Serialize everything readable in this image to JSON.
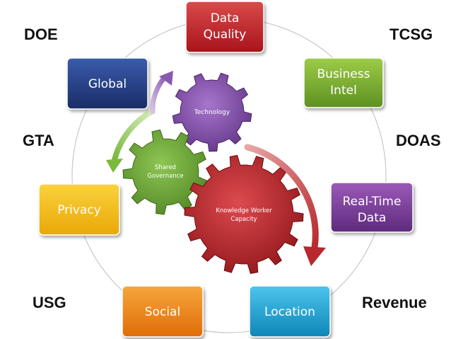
{
  "boxes": {
    "data_quality": {
      "line1": "Data",
      "line2": "Quality",
      "color": "#c0282b"
    },
    "business_intel": {
      "line1": "Business",
      "line2": "Intel",
      "color": "#7fb32a"
    },
    "real_time_data": {
      "line1": "Real-Time",
      "line2": "Data",
      "color": "#7a3e96"
    },
    "location": {
      "label": "Location",
      "color": "#1aa6d4"
    },
    "social": {
      "label": "Social",
      "color": "#f08a14"
    },
    "privacy": {
      "label": "Privacy",
      "color": "#f2c014"
    },
    "global": {
      "label": "Global",
      "color": "#26428a"
    }
  },
  "gears": {
    "technology": {
      "label": "Technology",
      "color": "#7d4ea6"
    },
    "shared_governance": {
      "line1": "Shared",
      "line2": "Governance",
      "color": "#6fa53a"
    },
    "knowledge_worker": {
      "line1": "Knowledge Worker",
      "line2": "Capacity",
      "color": "#b8282e"
    }
  },
  "corners": {
    "doe": "DOE",
    "tcsg": "TCSG",
    "gta": "GTA",
    "doas": "DOAS",
    "usg": "USG",
    "revenue": "Revenue"
  }
}
